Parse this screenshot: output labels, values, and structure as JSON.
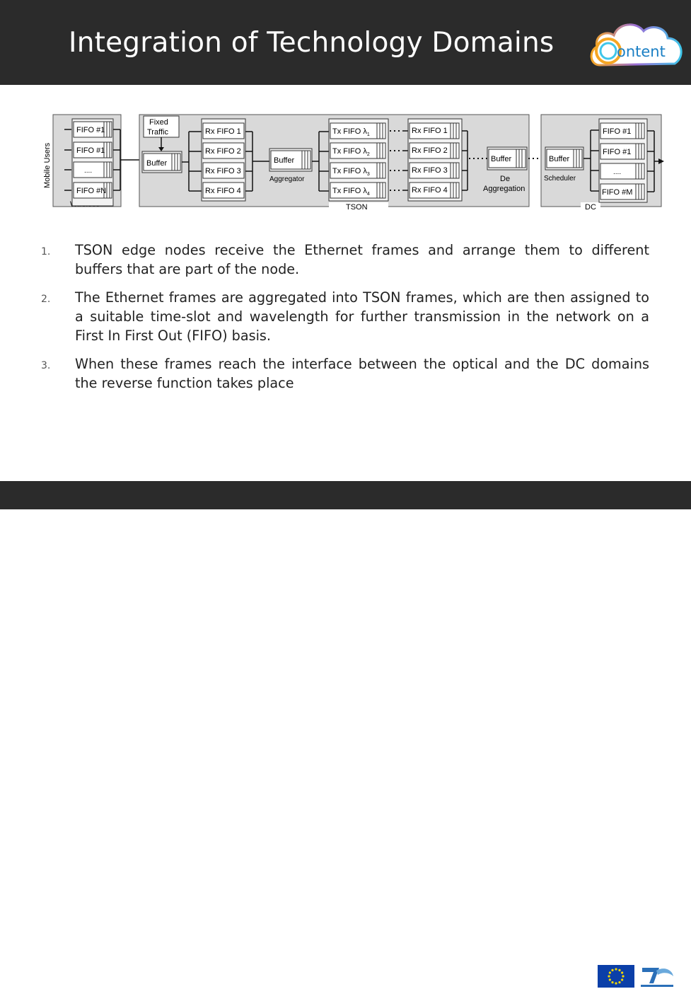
{
  "slide": {
    "title": "Integration of Technology Domains",
    "logo_text": "Content"
  },
  "diagram": {
    "side_label": "Mobile Users",
    "wireless": {
      "label": "Wireless",
      "fifos": [
        "FIFO #1",
        "FIFO #1",
        "....",
        "FIFO #N"
      ]
    },
    "fixed_traffic": [
      "Fixed",
      "Traffic"
    ],
    "tson": {
      "label": "TSON",
      "input_buffer": "Buffer",
      "rx_fifos": [
        "Rx FIFO 1",
        "Rx FIFO 2",
        "Rx FIFO 3",
        "Rx FIFO 4"
      ],
      "aggregator_buffer": "Buffer",
      "aggregator_label": "Aggregator",
      "tx_fifos": [
        {
          "text": "Tx FIFO λ",
          "sub": "1"
        },
        {
          "text": "Tx FIFO λ",
          "sub": "2"
        },
        {
          "text": "Tx FIFO λ",
          "sub": "3"
        },
        {
          "text": "Tx FIFO λ",
          "sub": "4"
        }
      ],
      "rx_fifos_out": [
        "Rx FIFO 1",
        "Rx FIFO 2",
        "Rx FIFO 3",
        "Rx FIFO 4"
      ],
      "deagg_buffer": "Buffer",
      "deagg_label": [
        "De",
        "Aggregation"
      ]
    },
    "dc": {
      "label": "DC",
      "scheduler_buffer": "Buffer",
      "scheduler_label": "Scheduler",
      "fifos": [
        "FIFO #1",
        "FIFO #1",
        "....",
        "FIFO #M"
      ]
    }
  },
  "points": [
    {
      "num": "1.",
      "text": "TSON edge nodes receive the Ethernet frames and arrange them to different buffers that are part of the node."
    },
    {
      "num": "2.",
      "text": "The Ethernet frames are aggregated into TSON frames, which are then assigned to a suitable time-slot and wavelength for further transmission in the network on a First In First Out (FIFO) basis."
    },
    {
      "num": "3.",
      "text": "When these frames reach the interface between the optical and the DC domains the reverse function takes place"
    }
  ],
  "colors": {
    "header_bg": "#2b2b2b",
    "panel_bg": "#d9d9d9",
    "eu_blue": "#0b3fa8",
    "eu_star": "#f6d900",
    "logo_cyan": "#3fc6ea",
    "logo_orange": "#f5a623"
  },
  "icons": [
    "cloud-logo-icon",
    "eu-flag-icon",
    "fp7-logo-icon"
  ]
}
